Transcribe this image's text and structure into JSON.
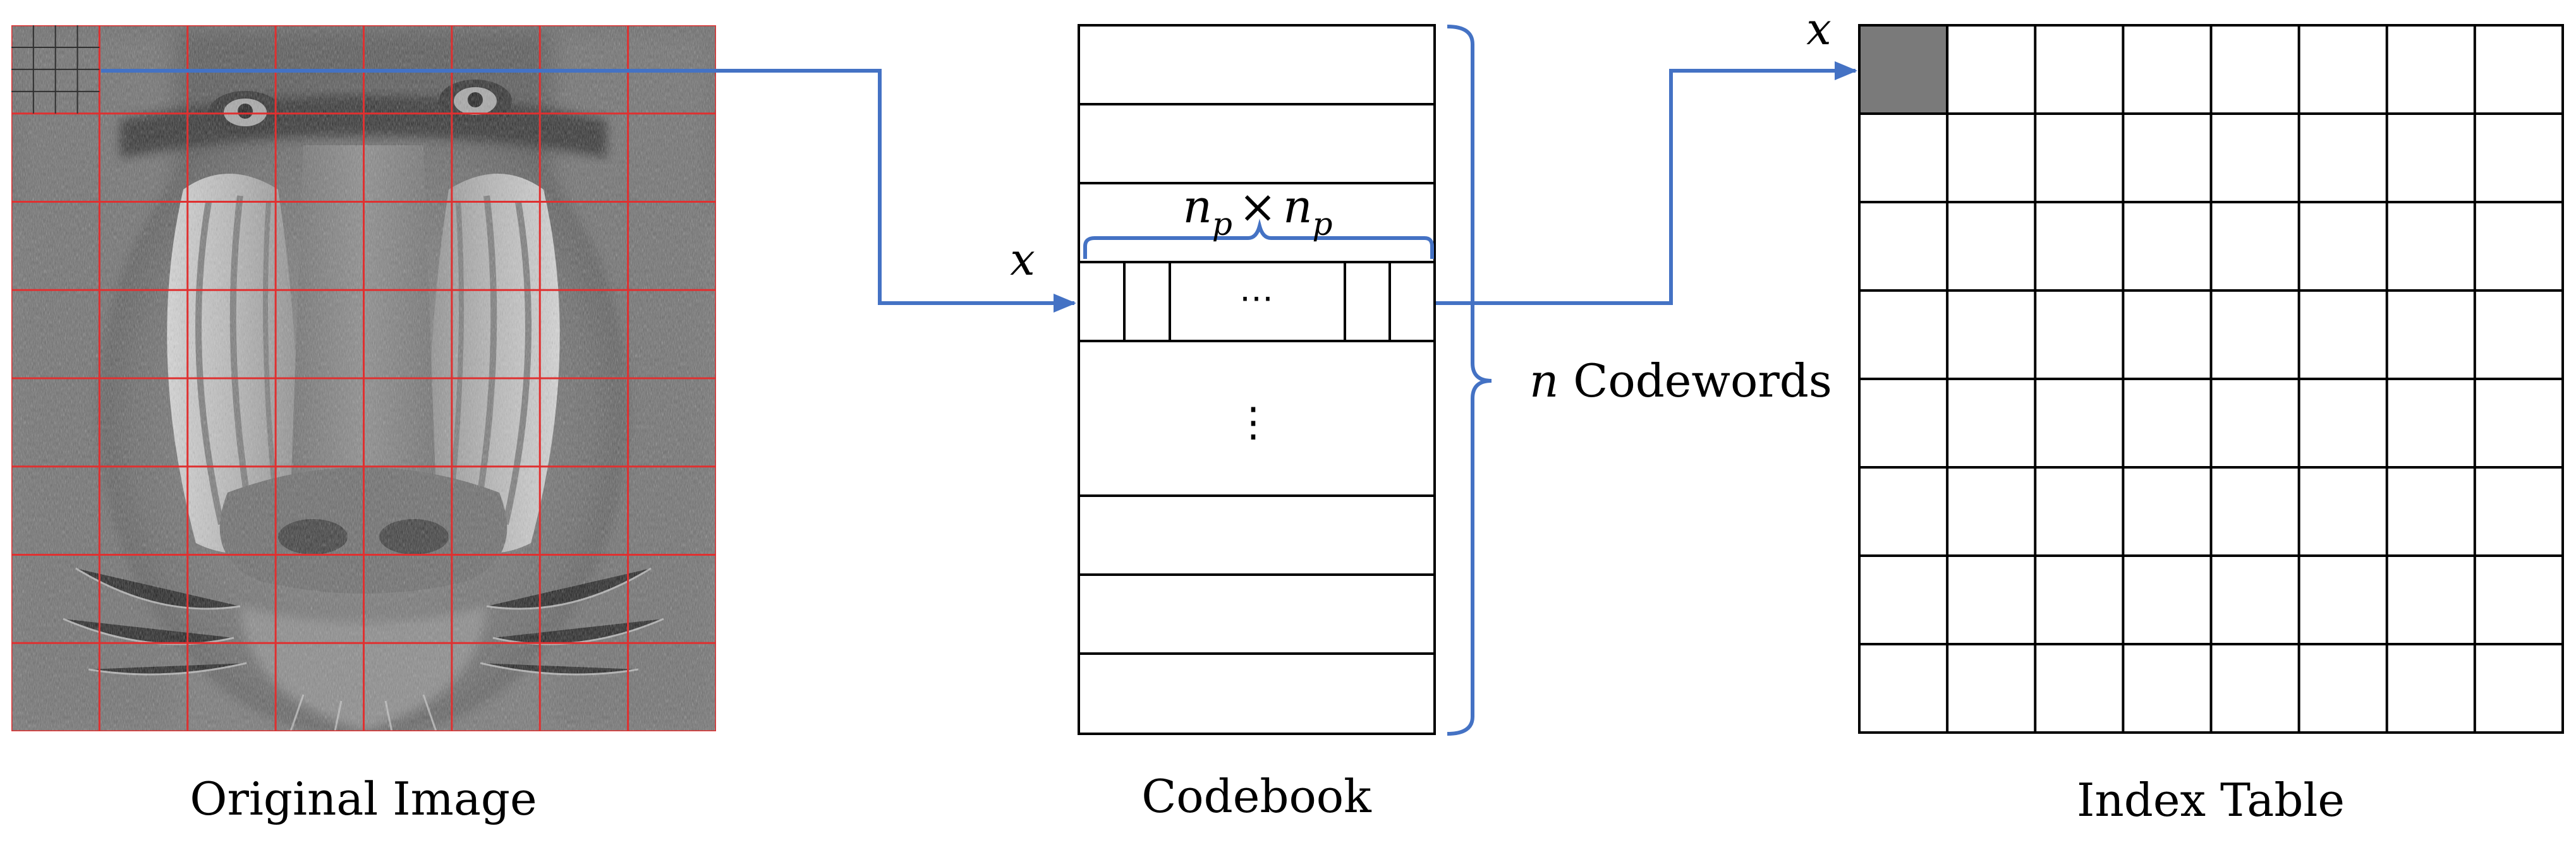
{
  "original_image": {
    "caption": "Original Image",
    "grid_rows": 8,
    "grid_cols": 8,
    "grid_color": "#e03030",
    "subject": "mandrill-face-photo"
  },
  "codebook": {
    "caption": "Codebook",
    "brace_label": {
      "n": "n",
      "rest": " Codewords"
    },
    "block_size": {
      "a": "n",
      "a_sub": "p",
      "times": "×",
      "b": "n",
      "b_sub": "p"
    },
    "selected_label": "x",
    "horizontal_ellipsis": "⋯",
    "vertical_ellipsis": "⋮"
  },
  "index_table": {
    "caption": "Index Table",
    "rows": 8,
    "cols": 8,
    "marker_label": "x",
    "filled_color": "#7a7a7a"
  },
  "colors": {
    "arrow": "#4472c4",
    "brace": "#4472c4",
    "line": "#000000"
  }
}
